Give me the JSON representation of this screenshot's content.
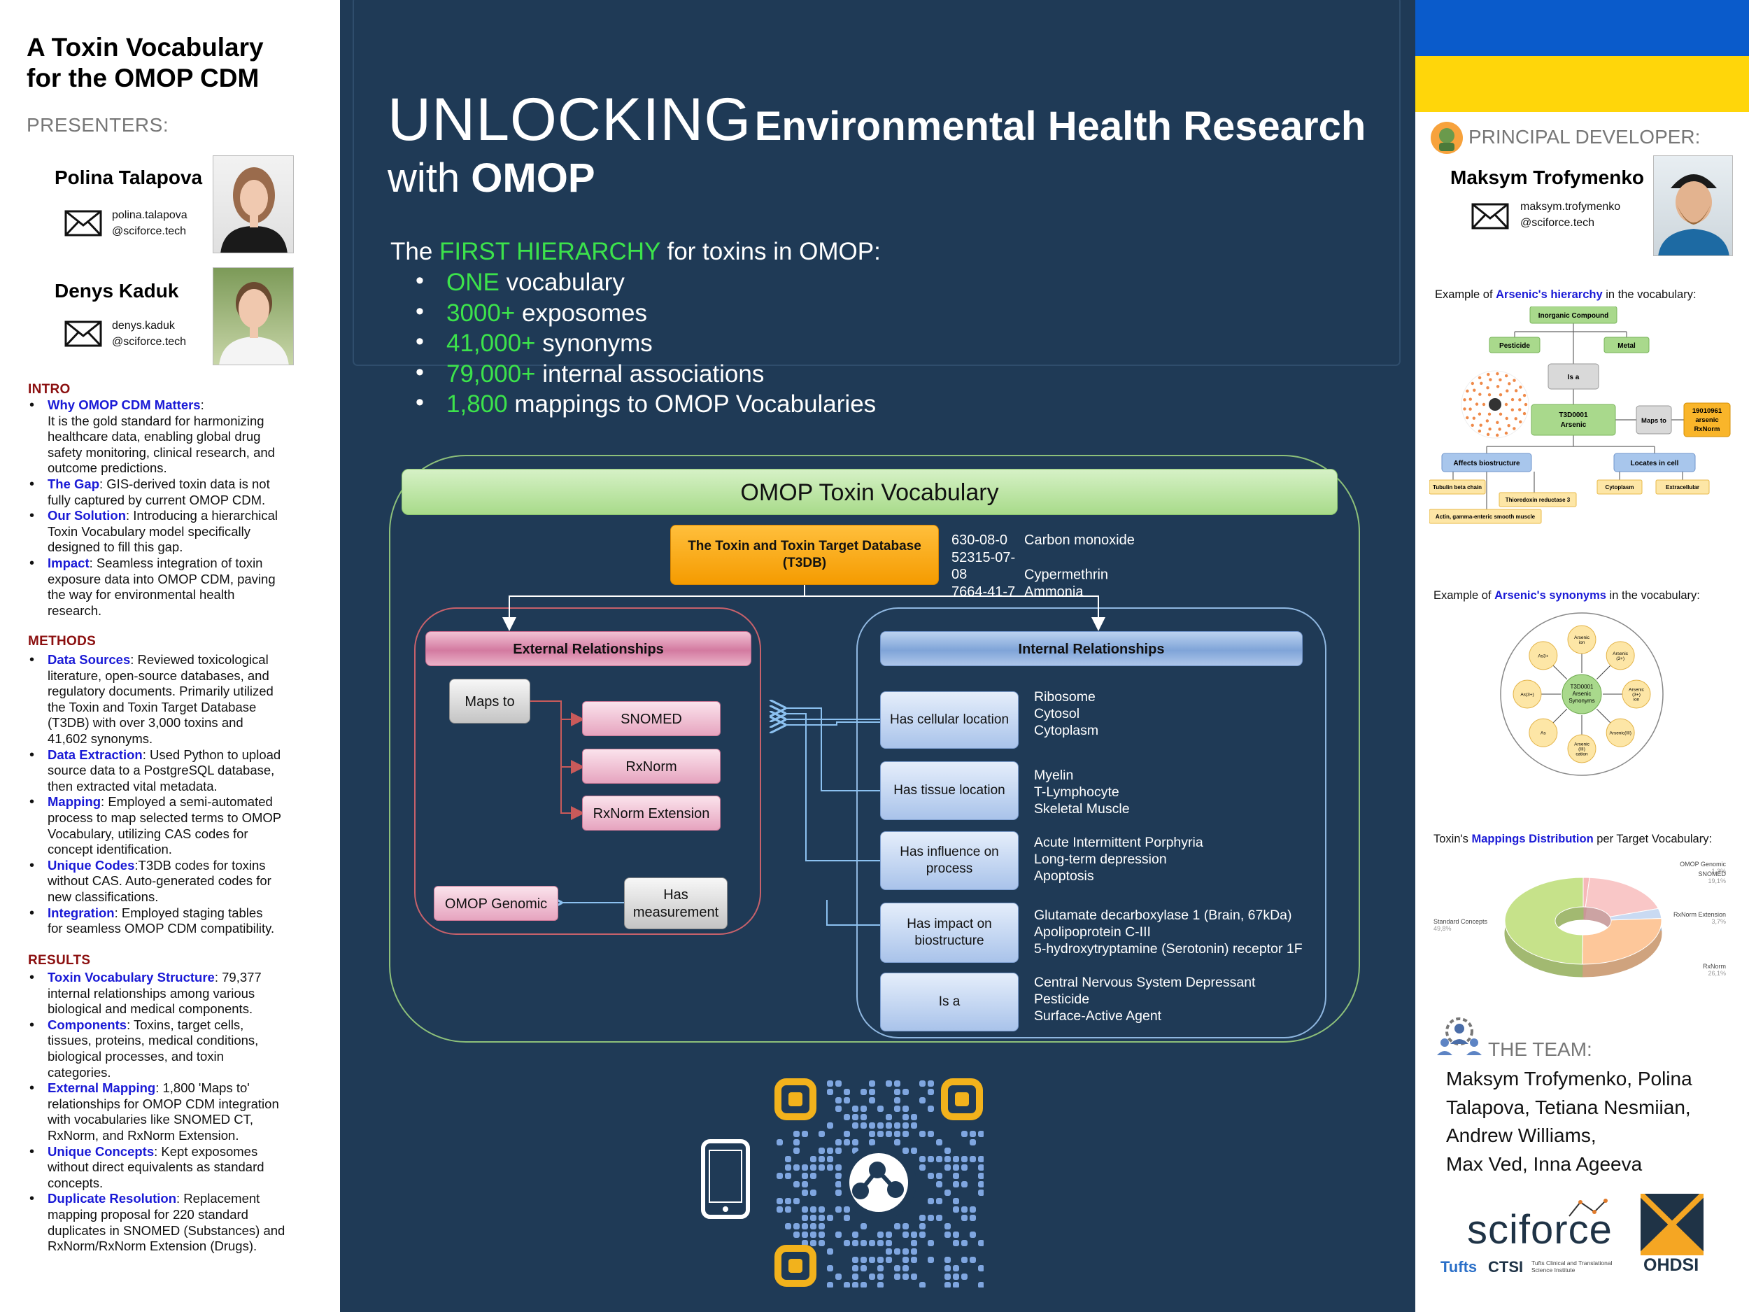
{
  "poster": {
    "title_line1": "A Toxin Vocabulary",
    "title_line2": "for the OMOP CDM",
    "presenters_label": "PRESENTERS:",
    "presenters": [
      {
        "name": "Polina Talapova",
        "email_1": "polina.talapova",
        "email_2": "@sciforce.tech"
      },
      {
        "name": "Denys Kaduk",
        "email_1": "denys.kaduk",
        "email_2": "@sciforce.tech"
      }
    ]
  },
  "intro": {
    "heading": "INTRO",
    "items": [
      {
        "key": "Why OMOP CDM Matters",
        "sep": ":",
        "line1": "",
        "rest": [
          "It is the gold standard for harmonizing",
          "healthcare data, enabling global drug",
          "safety monitoring, clinical research, and",
          "outcome predictions."
        ]
      },
      {
        "key": "The Gap",
        "sep": ":",
        "line1": " GIS-derived toxin data is not",
        "rest": [
          "fully captured by current OMOP CDM."
        ]
      },
      {
        "key": "Our Solution",
        "sep": ":",
        "line1": " Introducing a hierarchical",
        "rest": [
          "Toxin Vocabulary model specifically",
          "designed to fill this gap."
        ]
      },
      {
        "key": "Impact",
        "sep": ":",
        "line1": " Seamless integration of toxin",
        "rest": [
          "exposure data into OMOP CDM, paving",
          "the way for environmental health",
          "research."
        ]
      }
    ]
  },
  "methods": {
    "heading": "METHODS",
    "items": [
      {
        "key": "Data Sources",
        "sep": ":",
        "line1": " Reviewed toxicological",
        "rest": [
          "literature, open-source databases, and",
          "regulatory documents. Primarily utilized",
          "the Toxin and Toxin Target Database",
          "(T3DB) with over 3,000 toxins and",
          "41,602 synonyms."
        ]
      },
      {
        "key": "Data Extraction",
        "sep": ":",
        "line1": " Used Python to upload",
        "rest": [
          "source data to a PostgreSQL database,",
          "then extracted vital metadata."
        ]
      },
      {
        "key": "Mapping",
        "sep": ":",
        "line1": " Employed a semi-automated",
        "rest": [
          "process to map selected terms to OMOP",
          "Vocabulary, utilizing CAS codes for",
          "concept identification."
        ]
      },
      {
        "key": "Unique Codes",
        "sep": ":",
        "line1": "T3DB codes for toxins",
        "rest": [
          "without CAS. Auto-generated codes for",
          "new classifications."
        ]
      },
      {
        "key": "Integration",
        "sep": ":",
        "line1": " Employed staging tables",
        "rest": [
          "for seamless OMOP CDM compatibility."
        ]
      }
    ]
  },
  "results": {
    "heading": "RESULTS",
    "items": [
      {
        "key": "Toxin Vocabulary Structure",
        "sep": ":",
        "line1": " 79,377",
        "rest": [
          "internal relationships among various",
          "biological and medical components."
        ]
      },
      {
        "key": "Components",
        "sep": ":",
        "line1": " Toxins, target cells,",
        "rest": [
          "tissues, proteins, medical conditions,",
          "biological processes, and toxin",
          "categories."
        ]
      },
      {
        "key": "External Mapping",
        "sep": ":",
        "line1": " 1,800 'Maps to'",
        "rest": [
          "relationships for OMOP CDM integration",
          "with vocabularies like SNOMED CT,",
          "RxNorm, and RxNorm Extension."
        ]
      },
      {
        "key": "Unique Concepts",
        "sep": ":",
        "line1": " Kept exposomes",
        "rest": [
          "without direct equivalents as standard",
          "concepts."
        ]
      },
      {
        "key": "Duplicate Resolution",
        "sep": ":",
        "line1": " Replacement",
        "rest": [
          "mapping proposal for 220 standard",
          "duplicates in SNOMED (Substances) and",
          "RxNorm/RxNorm Extension (Drugs)."
        ]
      }
    ]
  },
  "center": {
    "headline_big": "UNLOCKING",
    "headline_bold": "Environmental Health Research",
    "headline_with": "with",
    "headline_omop": "OMOP",
    "intro_pre": "The",
    "intro_green": "FIRST HIERARCHY",
    "intro_post": "for toxins in OMOP:",
    "stats": [
      {
        "green": "ONE",
        "text": " vocabulary"
      },
      {
        "green": "3000+",
        "text": " exposomes"
      },
      {
        "green": "41,000+",
        "text": " synonyms"
      },
      {
        "green": "79,000+",
        "text": " internal associations"
      },
      {
        "green": "1,800",
        "text": " mappings to OMOP Vocabularies"
      }
    ]
  },
  "diagram": {
    "banner": "OMOP Toxin Vocabulary",
    "t3db_line1": "The Toxin and Toxin Target Database",
    "t3db_line2": "(T3DB)",
    "t3db_codes": [
      {
        "cas": "630-08-0",
        "name": "Carbon monoxide"
      },
      {
        "cas": "52315-07-08",
        "name": "Cypermethrin"
      },
      {
        "cas": "7664-41-7",
        "name": "Ammonia"
      }
    ],
    "external_head": "External Relationships",
    "internal_head": "Internal Relationships",
    "maps_to": "Maps to",
    "snomed": "SNOMED",
    "rxnorm": "RxNorm",
    "rxnorm_ext": "RxNorm Extension",
    "omop_genomic": "OMOP Genomic",
    "has_measurement_1": "Has",
    "has_measurement_2": "measurement",
    "internal": [
      {
        "label_1": "Has cellular location",
        "label_2": "",
        "examples": [
          "Ribosome",
          "Cytosol",
          "Cytoplasm"
        ]
      },
      {
        "label_1": "Has tissue location",
        "label_2": "",
        "examples": [
          "Myelin",
          "T-Lymphocyte",
          "Skeletal Muscle"
        ]
      },
      {
        "label_1": "Has influence on",
        "label_2": "process",
        "examples": [
          "Acute Intermittent Porphyria",
          "Long-term depression",
          "Apoptosis"
        ]
      },
      {
        "label_1": "Has impact on",
        "label_2": "biostructure",
        "examples": [
          "Glutamate decarboxylase 1 (Brain, 67kDa)",
          "Apolipoprotein C-III",
          "5-hydroxytryptamine (Serotonin) receptor 1F"
        ]
      },
      {
        "label_1": "Is a",
        "label_2": "",
        "examples": [
          "Central Nervous System Depressant",
          "Pesticide",
          "Surface-Active Agent"
        ]
      }
    ]
  },
  "right": {
    "dev_label": "PRINCIPAL DEVELOPER:",
    "dev_name": "Maksym Trofymenko",
    "dev_email_1": "maksym.trofymenko",
    "dev_email_2": "@sciforce.tech",
    "hier_caption_pre": "Example of ",
    "hier_caption_key": "Arsenic's hierarchy",
    "hier_caption_post": " in the vocabulary:",
    "hier": {
      "inorganic": "Inorganic Compound",
      "pesticide": "Pesticide",
      "metal": "Metal",
      "isa": "Is a",
      "t3d_1": "T3D0001",
      "t3d_2": "Arsenic",
      "maps_to": "Maps to",
      "rx_1": "19010961",
      "rx_2": "arsenic",
      "rx_3": "RxNorm",
      "affects": "Affects biostructure",
      "locates": "Locates in cell",
      "tubulin": "Tubulin beta chain",
      "thioredoxin": "Thioredoxin reductase 3",
      "actin": "Actin, gamma-enteric smooth muscle",
      "cytoplasm": "Cytoplasm",
      "extracellular": "Extracellular"
    },
    "syn_caption_pre": "Example of ",
    "syn_caption_key": "Arsenic's  synonyms",
    "syn_caption_post": " in the vocabulary:",
    "syn": {
      "center_1": "T3D0001",
      "center_2": "Arsenic",
      "center_3": "Synonyms",
      "items": [
        "Arsenic ion",
        "Arsenic (3+)",
        "Arsenic (3+) ion",
        "Arsenic(III)",
        "Arsenic (III) cation",
        "As",
        "As(3+)",
        "As3+"
      ]
    },
    "map_caption_pre": "Toxin's ",
    "map_caption_key": "Mappings Distribution",
    "map_caption_post": " per  Target Vocabulary:",
    "team_label": "THE TEAM:",
    "team_lines": [
      "Maksym Trofymenko, Polina",
      "Talapova, Tetiana Nesmiian,",
      "Andrew Williams,",
      "Max Ved, Inna Ageeva"
    ],
    "logo_sciforce": "sciforce",
    "logo_tufts": "Tufts",
    "logo_ctsi": "CTSI",
    "logo_ctsi_sub": "Tufts Clinical and Translational Science Institute",
    "logo_ohdsi": "OHDSI"
  },
  "chart_data": {
    "type": "pie",
    "title": "",
    "categories": [
      "OMOP Genomic",
      "SNOMED",
      "RxNorm Extension",
      "RxNorm",
      "Standard Concepts"
    ],
    "values": [
      1.3,
      19.1,
      3.7,
      26.1,
      49.8
    ],
    "value_labels": [
      "1,3%",
      "19,1%",
      "3,7%",
      "26,1%",
      "49,8%"
    ],
    "colors": [
      "#f6b8b8",
      "#f9c7c7",
      "#c9daf2",
      "#fdc79a",
      "#c6e28a"
    ],
    "legend": "none"
  }
}
